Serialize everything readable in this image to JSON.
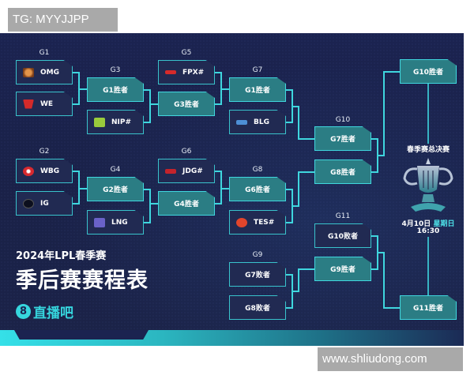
{
  "watermarks": {
    "top": "TG: MYYJJPP",
    "bottom": "www.shliudong.com"
  },
  "header": {
    "subtitle": "2024年LPL春季赛",
    "title": "季后赛赛程表",
    "brand_number": "8",
    "brand_name": "直播吧"
  },
  "colors": {
    "background": "#1b2350",
    "accent": "#3fd6de",
    "teal_box": "#2b7d84",
    "dark_box": "#212a52"
  },
  "games": {
    "g1": {
      "label": "G1",
      "slots": [
        {
          "name": "OMG",
          "icon": "omg-logo-icon"
        },
        {
          "name": "WE",
          "icon": "we-logo-icon"
        }
      ]
    },
    "g2": {
      "label": "G2",
      "slots": [
        {
          "name": "WBG",
          "icon": "wbg-logo-icon"
        },
        {
          "name": "IG",
          "icon": "ig-logo-icon"
        }
      ]
    },
    "g3": {
      "label": "G3",
      "slots": [
        {
          "name": "G1胜者"
        },
        {
          "name": "NIP#",
          "icon": "nip-logo-icon"
        }
      ]
    },
    "g4": {
      "label": "G4",
      "slots": [
        {
          "name": "G2胜者"
        },
        {
          "name": "LNG",
          "icon": "lng-logo-icon"
        }
      ]
    },
    "g5": {
      "label": "G5",
      "slots": [
        {
          "name": "FPX#",
          "icon": "fpx-logo-icon"
        },
        {
          "name": "G3胜者"
        }
      ]
    },
    "g6": {
      "label": "G6",
      "slots": [
        {
          "name": "JDG#",
          "icon": "jdg-logo-icon"
        },
        {
          "name": "G4胜者"
        }
      ]
    },
    "g7": {
      "label": "G7",
      "slots": [
        {
          "name": "G1胜者"
        },
        {
          "name": "BLG",
          "icon": "blg-logo-icon"
        }
      ]
    },
    "g8": {
      "label": "G8",
      "slots": [
        {
          "name": "G6胜者"
        },
        {
          "name": "TES#",
          "icon": "tes-logo-icon"
        }
      ]
    },
    "g9": {
      "label": "G9",
      "slots": [
        {
          "name": "G7败者"
        },
        {
          "name": "G8败者"
        }
      ]
    },
    "g10": {
      "label": "G10",
      "slots": [
        {
          "name": "G7胜者"
        },
        {
          "name": "G8胜者"
        }
      ]
    },
    "g11": {
      "label": "G11",
      "slots": [
        {
          "name": "G10败者"
        },
        {
          "name": "G9胜者"
        }
      ]
    }
  },
  "finals": {
    "title": "春季赛总决赛",
    "slots": [
      {
        "name": "G10胜者"
      },
      {
        "name": "G11胜者"
      }
    ],
    "date": "4月10日",
    "weekday": "星期日",
    "time": "16:30"
  }
}
